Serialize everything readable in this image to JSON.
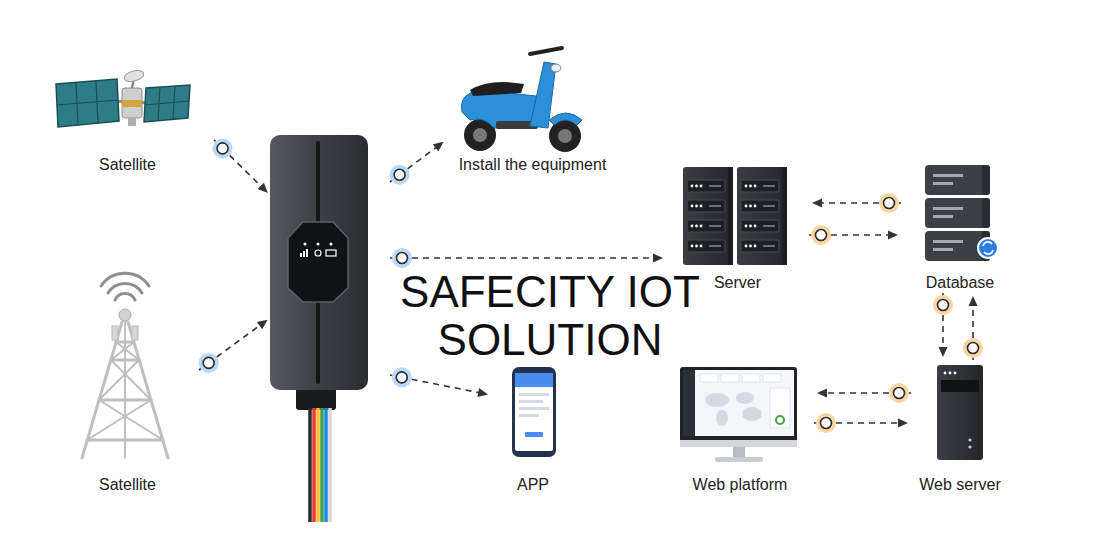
{
  "diagram": {
    "nodes": [
      {
        "text": [
          "Satellite"
        ]
      },
      {
        "text": [
          "SAFECITY IOT SOLUTION"
        ]
      },
      {
        "text": [
          "Install the equipment"
        ]
      },
      {
        "text": [
          "Server"
        ]
      },
      {
        "text": [
          "Database"
        ]
      },
      {
        "text": [
          "Satellite"
        ]
      },
      {
        "text": [
          "APP"
        ]
      },
      {
        "text": [
          "Web platform"
        ]
      },
      {
        "text": [
          "Web server"
        ]
      }
    ],
    "edges": [
      {
        "from": 0,
        "to": 1,
        "arrow": "to"
      },
      {
        "from": 5,
        "to": 1,
        "arrow": "to"
      },
      {
        "from": 1,
        "to": 2,
        "arrow": "to"
      },
      {
        "from": 1,
        "to": 3,
        "arrow": "to"
      },
      {
        "from": 1,
        "to": 6,
        "arrow": "to"
      },
      {
        "from": 4,
        "to": 3,
        "arrow": "to"
      },
      {
        "from": 3,
        "to": 4,
        "arrow": "to"
      },
      {
        "from": 8,
        "to": 7,
        "arrow": "to"
      },
      {
        "from": 7,
        "to": 8,
        "arrow": "to"
      },
      {
        "from": 4,
        "to": 8,
        "arrow": "to"
      },
      {
        "from": 8,
        "to": 4,
        "arrow": "to"
      }
    ]
  }
}
